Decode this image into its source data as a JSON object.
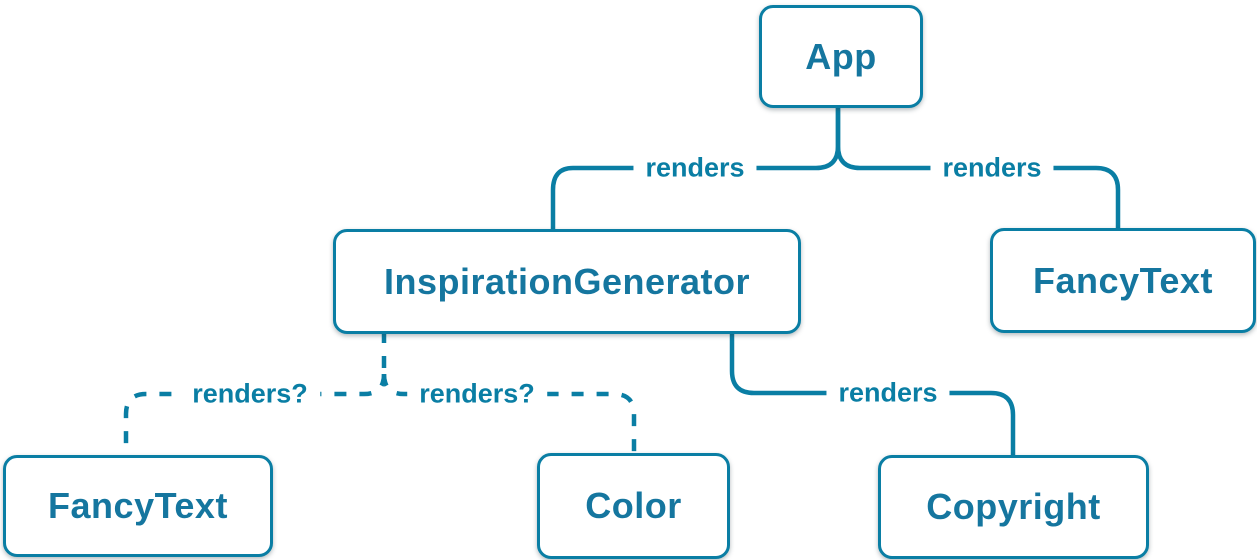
{
  "diagram": {
    "type": "component-render-tree",
    "colors": {
      "accent": "#0a7ea4",
      "node_background": "#ffffff",
      "page_background": "#ffffff"
    },
    "nodes": [
      {
        "id": "app",
        "label": "App"
      },
      {
        "id": "inspiration-generator",
        "label": "InspirationGenerator"
      },
      {
        "id": "fancy-text-top",
        "label": "FancyText"
      },
      {
        "id": "fancy-text-bottom",
        "label": "FancyText"
      },
      {
        "id": "color",
        "label": "Color"
      },
      {
        "id": "copyright",
        "label": "Copyright"
      }
    ],
    "edges": [
      {
        "from": "App",
        "to": "InspirationGenerator",
        "label": "renders",
        "style": "solid"
      },
      {
        "from": "App",
        "to": "FancyText",
        "label": "renders",
        "style": "solid"
      },
      {
        "from": "InspirationGenerator",
        "to": "FancyText",
        "label": "renders?",
        "style": "dashed"
      },
      {
        "from": "InspirationGenerator",
        "to": "Color",
        "label": "renders?",
        "style": "dashed"
      },
      {
        "from": "InspirationGenerator",
        "to": "Copyright",
        "label": "renders",
        "style": "solid"
      }
    ]
  }
}
